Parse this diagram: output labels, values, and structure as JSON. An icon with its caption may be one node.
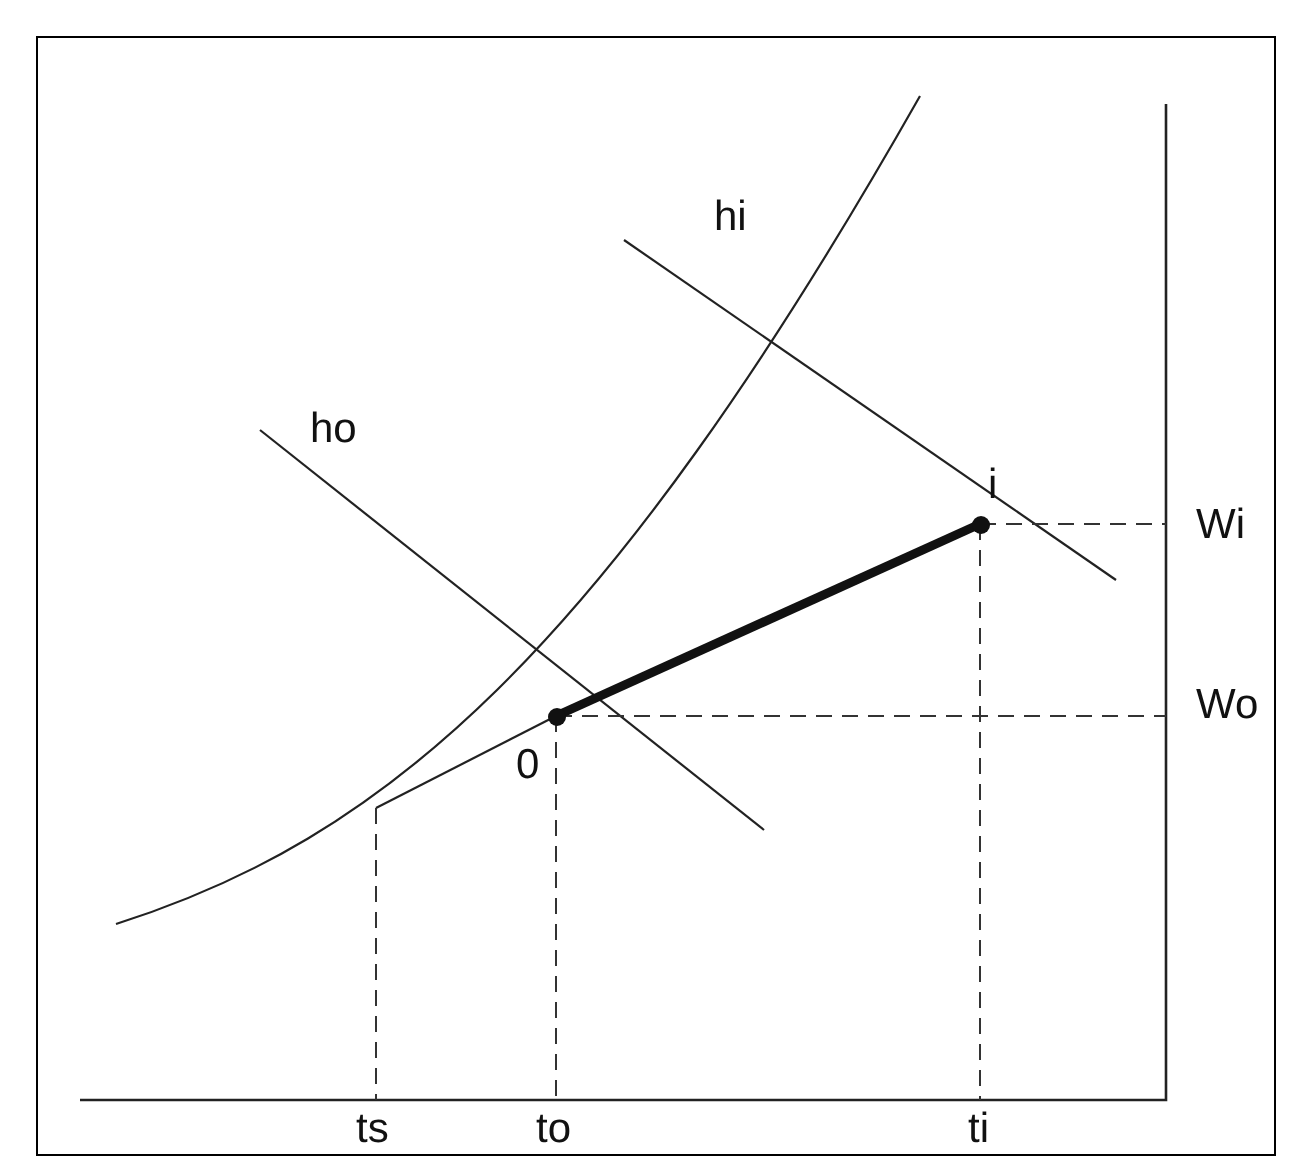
{
  "diagram": {
    "nodes": [
      {
        "text": [
          "0"
        ]
      },
      {
        "text": [
          "i"
        ]
      }
    ],
    "edges": [
      {
        "from": 0,
        "to": 1,
        "arrow": "none"
      }
    ],
    "labels": [
      "hi",
      "ho",
      "Wi",
      "Wo",
      "ts",
      "to",
      "ti"
    ]
  }
}
